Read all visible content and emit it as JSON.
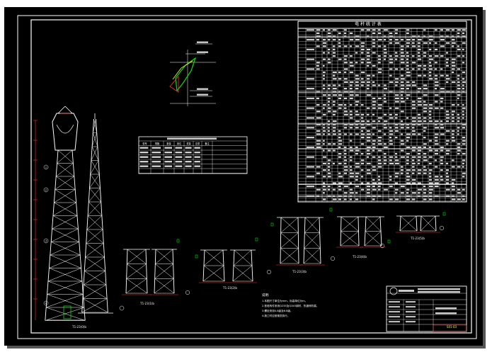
{
  "colors": {
    "background": "#000000",
    "paper": "#ffffff",
    "line": "#ffffff",
    "dimension": "#ff3030",
    "accent_yellow": "#ffff00",
    "accent_green": "#00e000",
    "accent_cyan": "#00ffff"
  },
  "drawing": {
    "table_title": "电 杆 统 计 表",
    "legend_table": {
      "headers": [
        "型号",
        "规格",
        "数量",
        "单位",
        "重量",
        "总重",
        "备注"
      ]
    },
    "tower_labels": [
      {
        "name": "main",
        "text": "T1-23(0)b"
      },
      {
        "name": "section-b",
        "text": "T1-23(1)b"
      },
      {
        "name": "section-c",
        "text": "T1-23(2)b"
      },
      {
        "name": "section-d",
        "text": "T1-23(3)b"
      },
      {
        "name": "section-e",
        "text": "T1-23(4)b"
      },
      {
        "name": "section-f",
        "text": "T1-23(5)b"
      }
    ],
    "notes_heading": "说明:",
    "notes": [
      "1.本图尺寸单位为mm，标高单位为m。",
      "2.铁塔构件采用Q235及Q345钢材，热镀锌防腐。",
      "3.螺栓采用4.8级及6.8级。",
      "4.施工时应按规范执行。"
    ],
    "title_block": {
      "drawing_no": "S01-03"
    },
    "circle_markers": [
      "1",
      "2",
      "3",
      "4",
      "5",
      "6"
    ]
  }
}
